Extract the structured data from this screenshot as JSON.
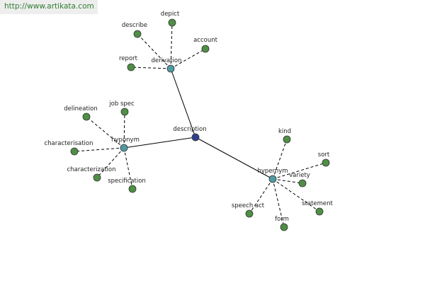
{
  "header": {
    "url": "http://www.artikata.com"
  },
  "graph": {
    "nodes": [
      {
        "id": "description",
        "label": "description",
        "role": "root"
      },
      {
        "id": "derivation",
        "label": "derivation",
        "role": "hub"
      },
      {
        "id": "hyponym",
        "label": "hyponym",
        "role": "hub"
      },
      {
        "id": "hypernym",
        "label": "hypernym",
        "role": "hub"
      },
      {
        "id": "depict",
        "label": "depict",
        "role": "leaf"
      },
      {
        "id": "describe",
        "label": "describe",
        "role": "leaf"
      },
      {
        "id": "account",
        "label": "account",
        "role": "leaf"
      },
      {
        "id": "report",
        "label": "report",
        "role": "leaf"
      },
      {
        "id": "delineation",
        "label": "delineation",
        "role": "leaf"
      },
      {
        "id": "job-spec",
        "label": "job spec",
        "role": "leaf"
      },
      {
        "id": "characterisation",
        "label": "characterisation",
        "role": "leaf"
      },
      {
        "id": "characterization",
        "label": "characterization",
        "role": "leaf"
      },
      {
        "id": "specification",
        "label": "specification",
        "role": "leaf"
      },
      {
        "id": "kind",
        "label": "kind",
        "role": "leaf"
      },
      {
        "id": "sort",
        "label": "sort",
        "role": "leaf"
      },
      {
        "id": "variety",
        "label": "variety",
        "role": "leaf"
      },
      {
        "id": "statement",
        "label": "statement",
        "role": "leaf"
      },
      {
        "id": "speech-act",
        "label": "speech act",
        "role": "leaf"
      },
      {
        "id": "form",
        "label": "form",
        "role": "leaf"
      }
    ],
    "edges": [
      {
        "from": "description",
        "to": "derivation",
        "style": "solid"
      },
      {
        "from": "description",
        "to": "hyponym",
        "style": "solid"
      },
      {
        "from": "description",
        "to": "hypernym",
        "style": "solid"
      },
      {
        "from": "derivation",
        "to": "depict",
        "style": "dashed"
      },
      {
        "from": "derivation",
        "to": "describe",
        "style": "dashed"
      },
      {
        "from": "derivation",
        "to": "account",
        "style": "dashed"
      },
      {
        "from": "derivation",
        "to": "report",
        "style": "dashed"
      },
      {
        "from": "hyponym",
        "to": "delineation",
        "style": "dashed"
      },
      {
        "from": "hyponym",
        "to": "job-spec",
        "style": "dashed"
      },
      {
        "from": "hyponym",
        "to": "characterisation",
        "style": "dashed"
      },
      {
        "from": "hyponym",
        "to": "characterization",
        "style": "dashed"
      },
      {
        "from": "hyponym",
        "to": "specification",
        "style": "dashed"
      },
      {
        "from": "hypernym",
        "to": "kind",
        "style": "dashed"
      },
      {
        "from": "hypernym",
        "to": "sort",
        "style": "dashed"
      },
      {
        "from": "hypernym",
        "to": "variety",
        "style": "dashed"
      },
      {
        "from": "hypernym",
        "to": "statement",
        "style": "dashed"
      },
      {
        "from": "hypernym",
        "to": "speech-act",
        "style": "dashed"
      },
      {
        "from": "hypernym",
        "to": "form",
        "style": "dashed"
      }
    ]
  },
  "colors": {
    "root": "#2f3f8f",
    "hub": "#4f9aa0",
    "leaf": "#4f8f45",
    "node_stroke": "#333333",
    "edge": "#000000",
    "url_text": "#2e7d32",
    "url_bg": "#eeeeee"
  }
}
